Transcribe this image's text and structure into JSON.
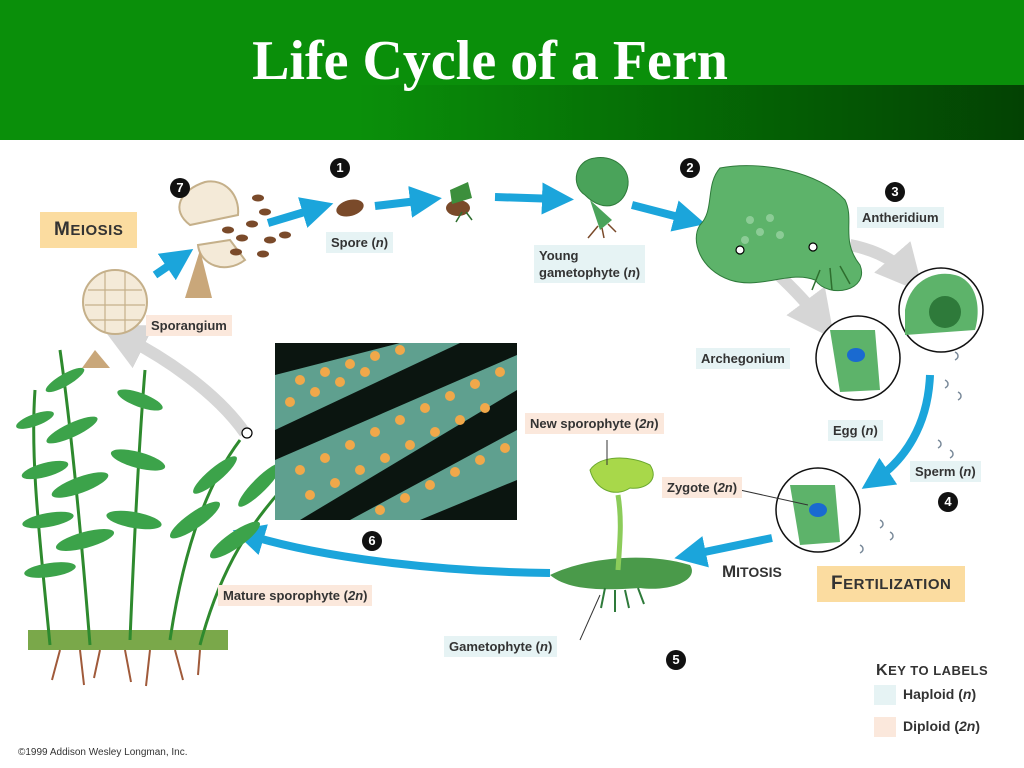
{
  "title": "Life Cycle of a Fern",
  "processes": {
    "meiosis": {
      "first": "M",
      "rest": "EIOSIS"
    },
    "fertilization": {
      "first": "F",
      "rest": "ERTILIZATION"
    },
    "mitosis": {
      "first": "M",
      "rest": "ITOSIS"
    }
  },
  "labels": {
    "spore": {
      "text": "Spore (",
      "n": "n",
      "close": ")"
    },
    "young_gametophyte_1": "Young",
    "young_gametophyte_2": {
      "text": "gametophyte (",
      "n": "n",
      "close": ")"
    },
    "antheridium": "Antheridium",
    "sporangium": "Sporangium",
    "archegonium": "Archegonium",
    "egg": {
      "text": "Egg (",
      "n": "n",
      "close": ")"
    },
    "sperm": {
      "text": "Sperm (",
      "n": "n",
      "close": ")"
    },
    "new_sporophyte": {
      "text": "New sporophyte (",
      "n": "2n",
      "close": ")"
    },
    "zygote": {
      "text": "Zygote (",
      "n": "2n",
      "close": ")"
    },
    "mature_sporophyte": {
      "text": "Mature sporophyte (",
      "n": "2n",
      "close": ")"
    },
    "gametophyte": {
      "text": "Gametophyte (",
      "n": "n",
      "close": ")"
    }
  },
  "steps": [
    "1",
    "2",
    "3",
    "4",
    "5",
    "6",
    "7"
  ],
  "key": {
    "title_first": "K",
    "title_rest": "EY TO LABELS",
    "haploid": {
      "text": "Haploid (",
      "n": "n",
      "close": ")"
    },
    "diploid": {
      "text": "Diploid (",
      "n": "2n",
      "close": ")"
    }
  },
  "colors": {
    "header": "#0a8f0a",
    "arrow": "#1ba5db",
    "haploid_bg": "#e6f3f4",
    "diploid_bg": "#fbe8dc",
    "process_bg": "#fbdca0"
  },
  "copyright": "©1999 Addison Wesley Longman, Inc."
}
